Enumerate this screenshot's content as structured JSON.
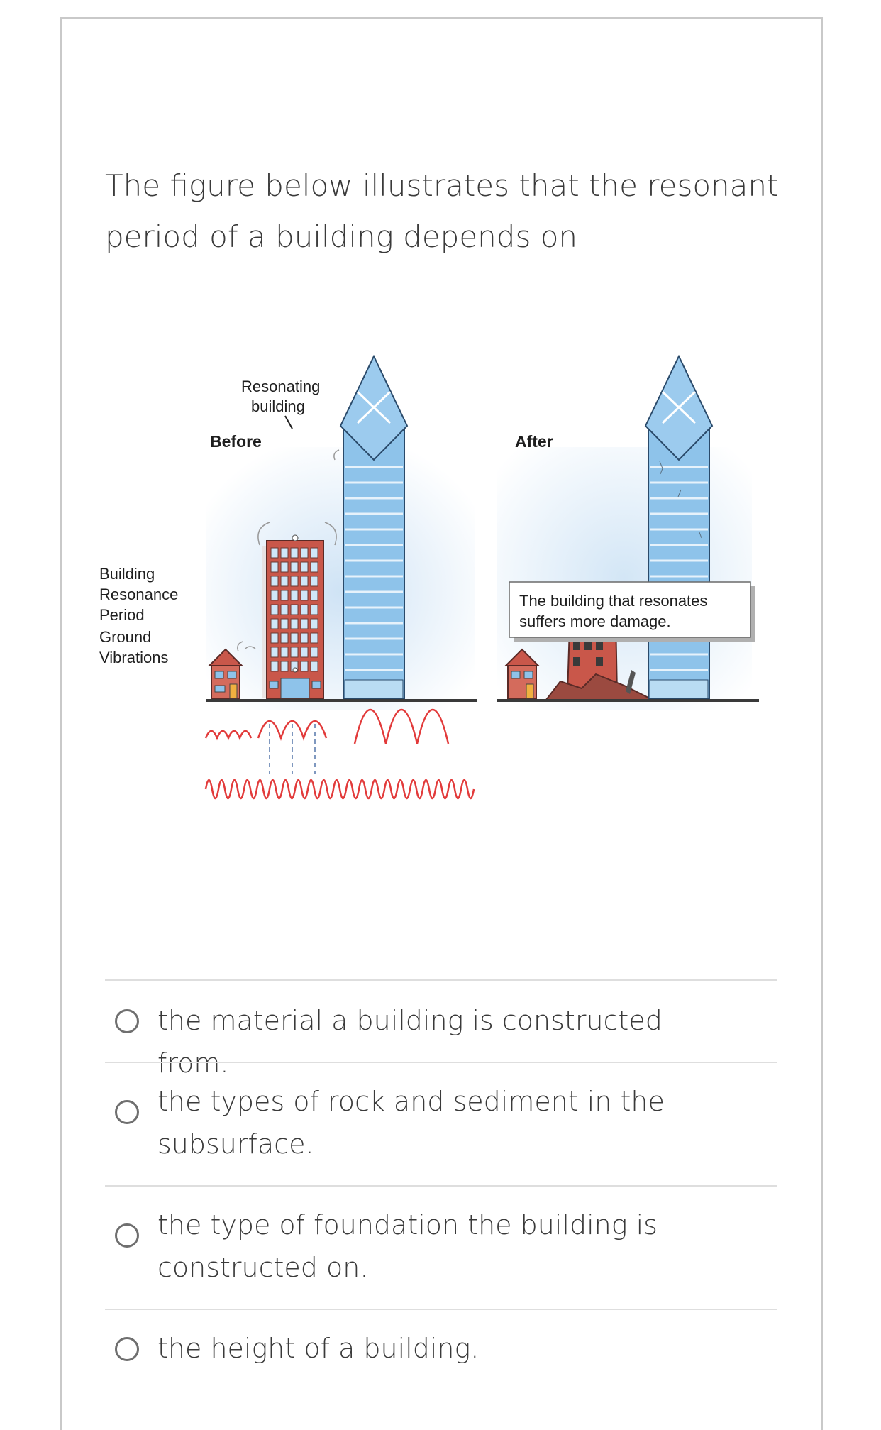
{
  "question": {
    "line1": "The figure below illustrates that the resonant",
    "line2": "period of a building depends on"
  },
  "figure": {
    "before_label": "Before",
    "after_label": "After",
    "resonating_label_1": "Resonating",
    "resonating_label_2": "building",
    "left_label_resonance_1": "Building",
    "left_label_resonance_2": "Resonance",
    "left_label_resonance_3": "Period",
    "left_label_ground_1": "Ground",
    "left_label_ground_2": "Vibrations",
    "callout_line1": "The building that resonates",
    "callout_line2": "suffers more damage.",
    "colors": {
      "sky": "#d6e8f6",
      "glass": "#8ec3ea",
      "brick": "#c9574a",
      "wave": "#e23a3a",
      "ground": "#3a3a3a"
    }
  },
  "options": [
    {
      "text": "the material a building is constructed from.",
      "selected": false
    },
    {
      "text": "the types of rock and sediment in the subsurface.",
      "selected": false
    },
    {
      "text": "the type of foundation the building is constructed on.",
      "selected": false
    },
    {
      "text": "the height of a building.",
      "selected": false
    }
  ]
}
